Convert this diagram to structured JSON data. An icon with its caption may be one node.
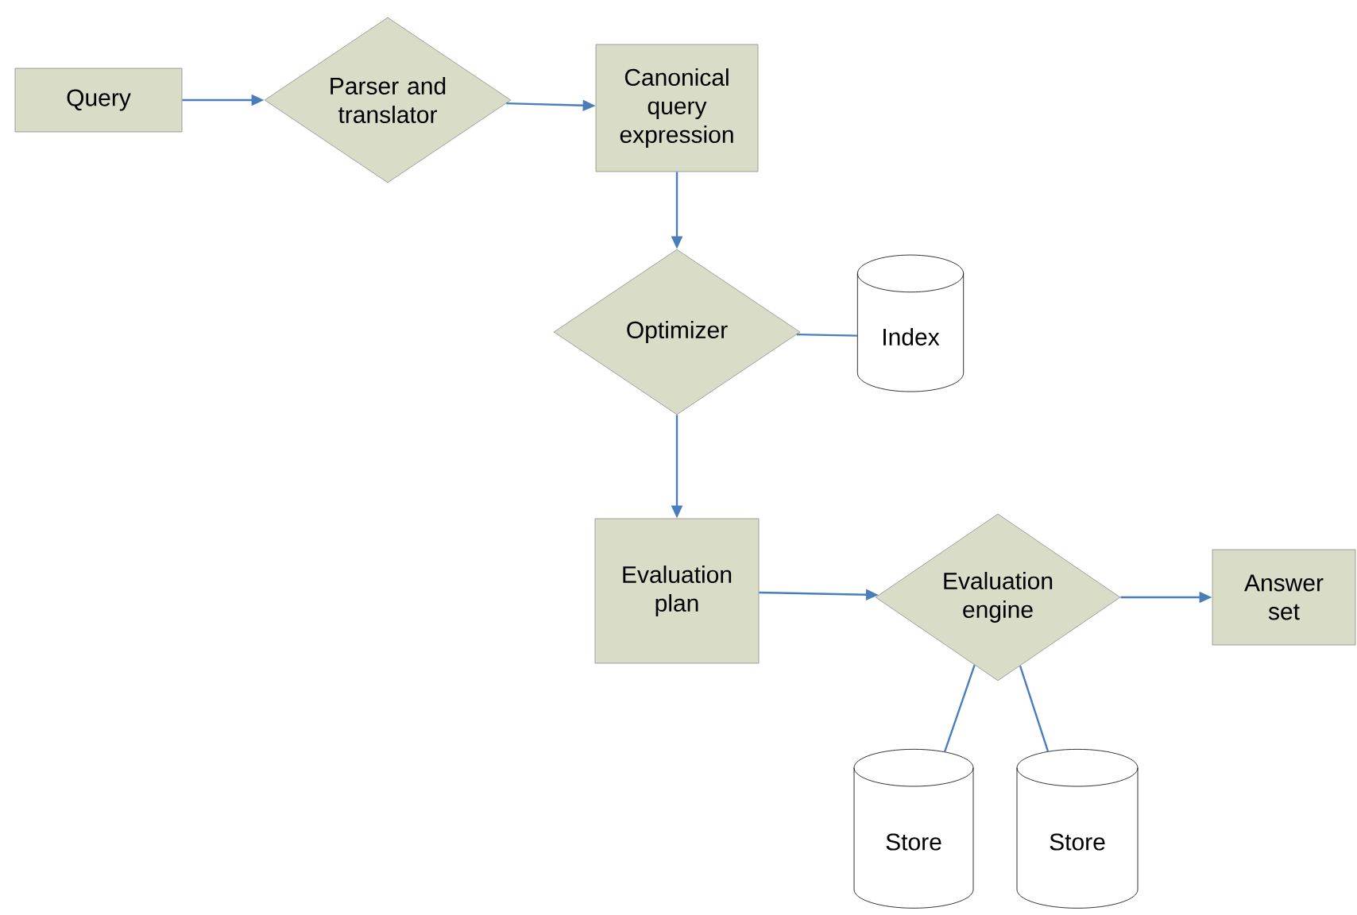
{
  "diagram": {
    "nodes": [
      {
        "text": [
          "Query"
        ]
      },
      {
        "text": [
          "Parser and translator"
        ]
      },
      {
        "text": [
          "Canonical query expression"
        ]
      },
      {
        "text": [
          "Optimizer"
        ]
      },
      {
        "text": [
          "Index"
        ]
      },
      {
        "text": [
          "Evaluation plan"
        ]
      },
      {
        "text": [
          "Evaluation engine"
        ]
      },
      {
        "text": [
          "Answer set"
        ]
      },
      {
        "text": [
          "Store"
        ]
      },
      {
        "text": [
          "Store"
        ]
      }
    ],
    "edges": [
      {
        "from": 0,
        "to": 1,
        "arrow": "to"
      },
      {
        "from": 1,
        "to": 2,
        "arrow": "to"
      },
      {
        "from": 2,
        "to": 3,
        "arrow": "to"
      },
      {
        "from": 3,
        "to": 4,
        "arrow": "none"
      },
      {
        "from": 3,
        "to": 5,
        "arrow": "to"
      },
      {
        "from": 5,
        "to": 6,
        "arrow": "to"
      },
      {
        "from": 6,
        "to": 7,
        "arrow": "to"
      },
      {
        "from": 6,
        "to": 8,
        "arrow": "none"
      },
      {
        "from": 6,
        "to": 9,
        "arrow": "none"
      }
    ]
  }
}
